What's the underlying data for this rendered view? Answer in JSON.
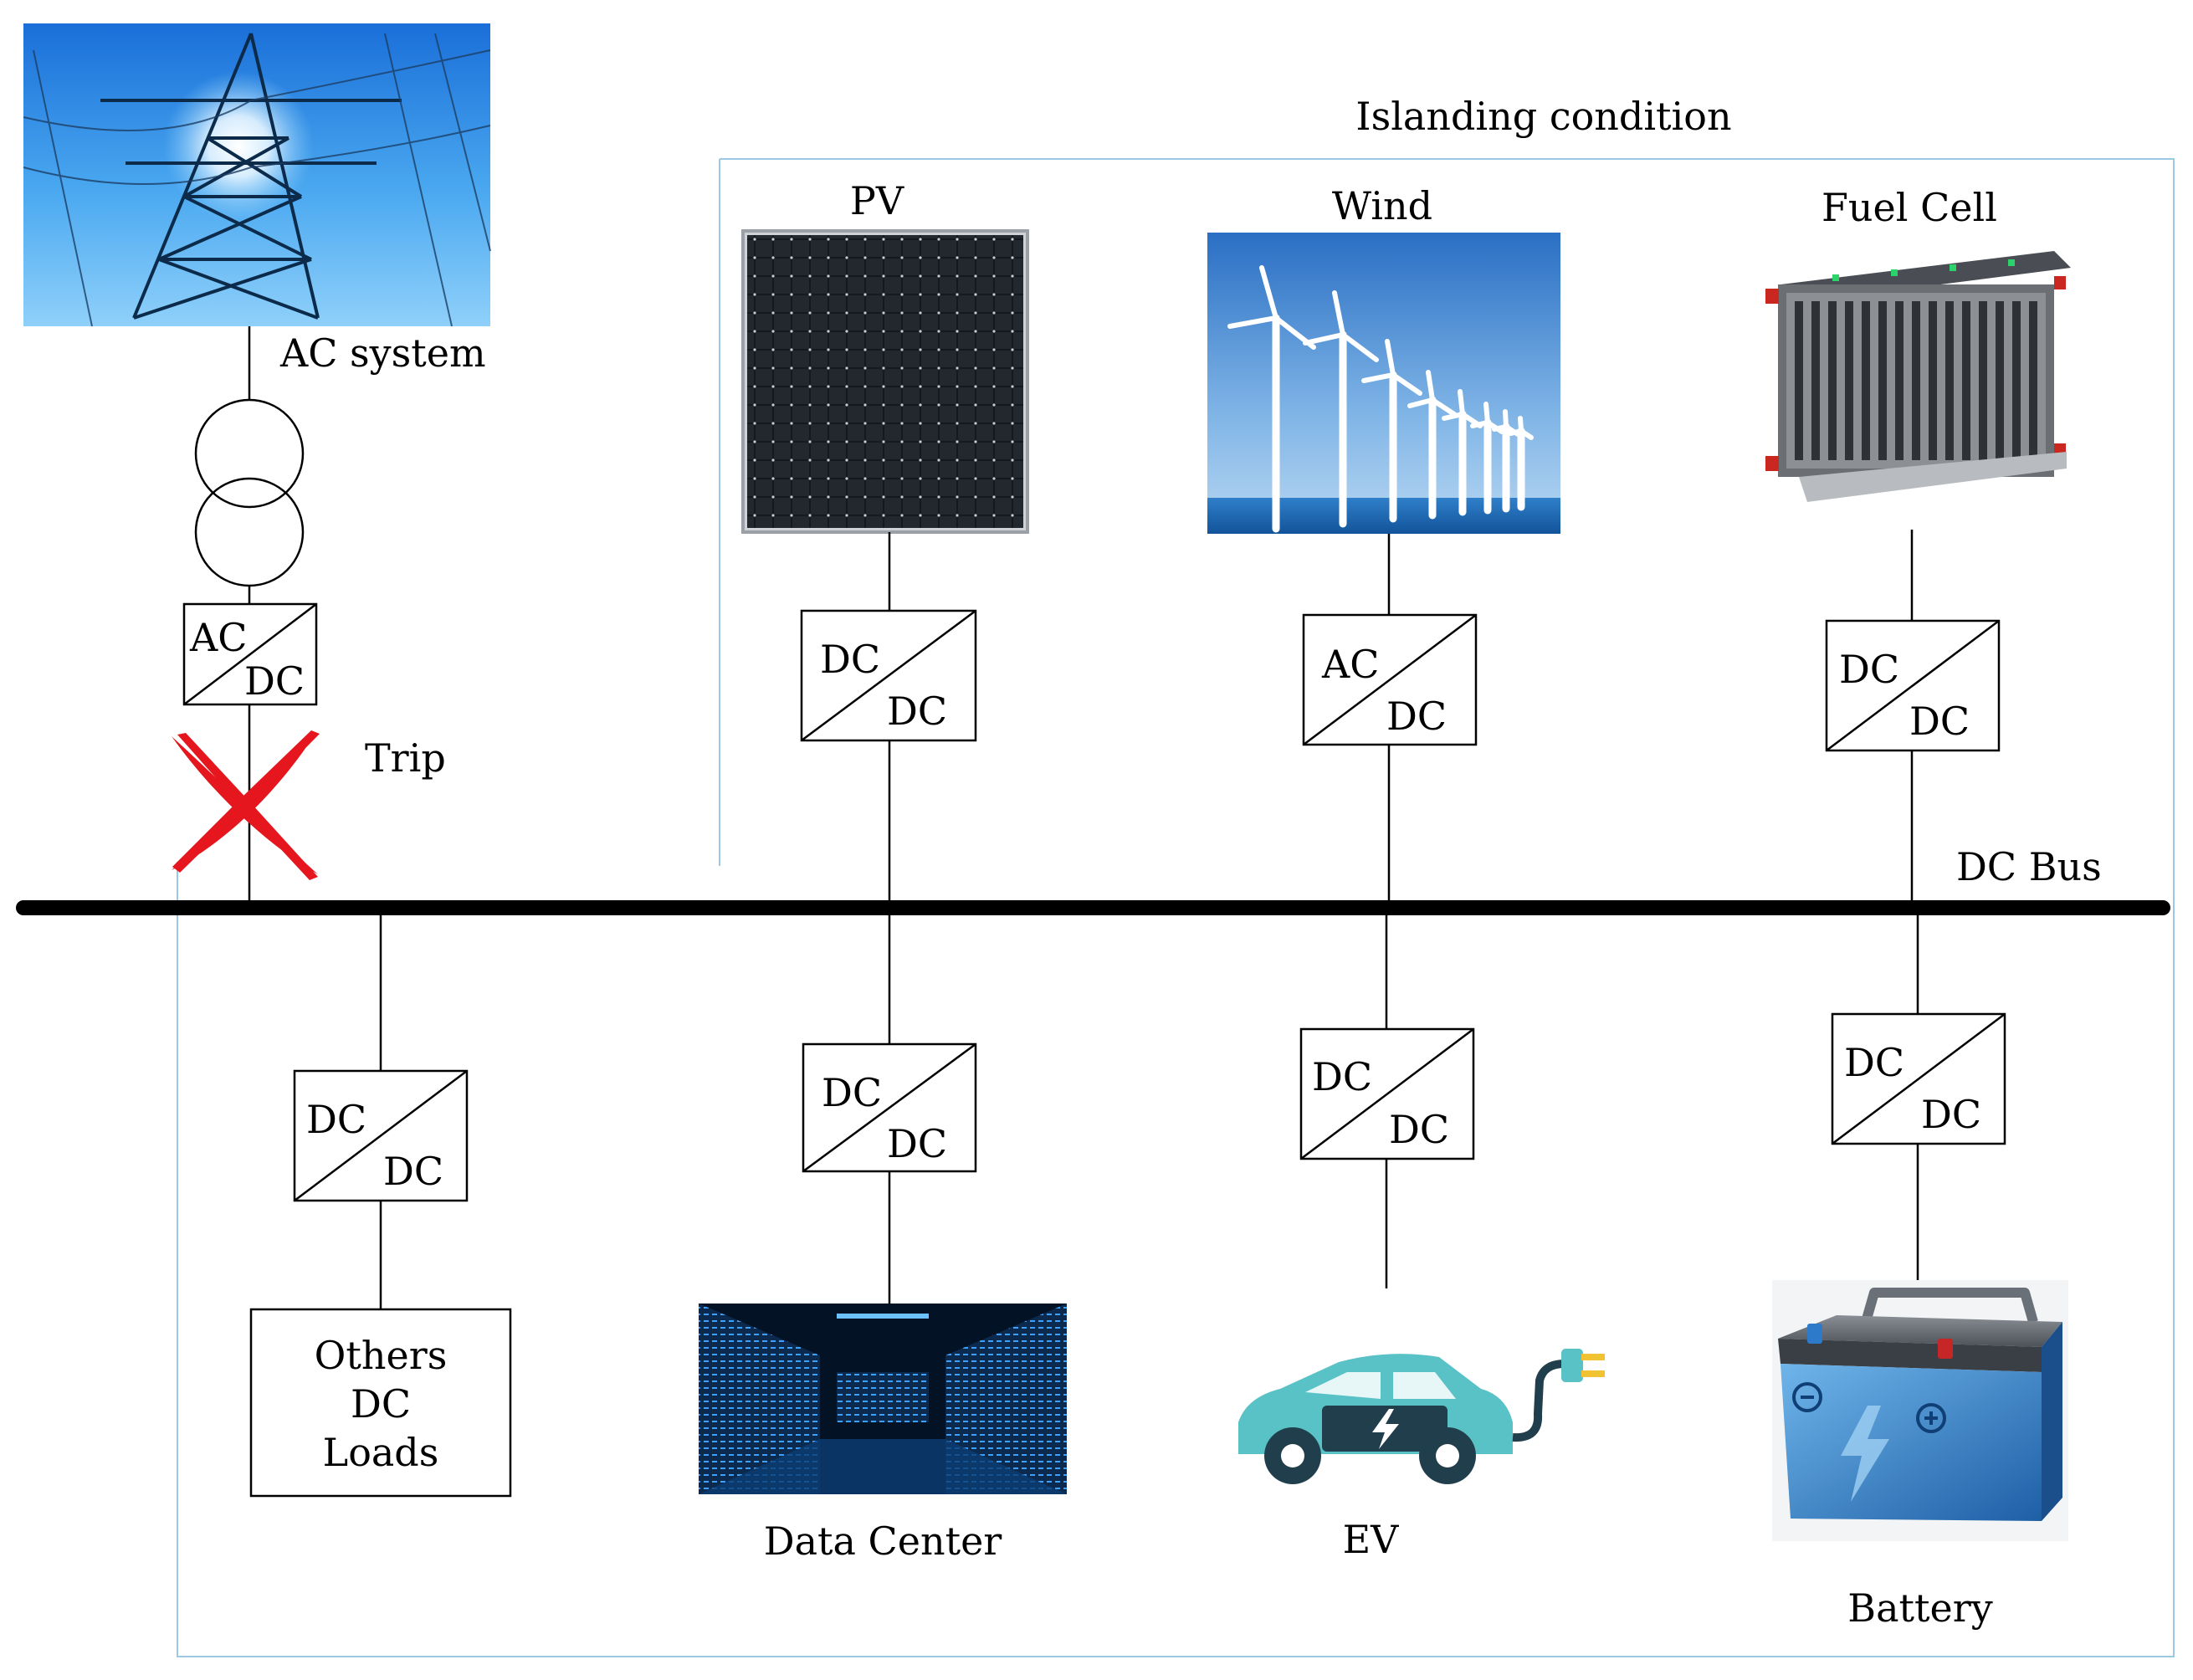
{
  "title": "Islanding condition",
  "ac_system": {
    "label": "AC system",
    "converter": {
      "top": "AC",
      "bottom": "DC"
    }
  },
  "trip": {
    "label": "Trip",
    "color": "#e5161d"
  },
  "dc_bus": {
    "label": "DC Bus",
    "color": "#000000"
  },
  "sources": [
    {
      "label": "PV",
      "converter": {
        "top": "DC",
        "bottom": "DC"
      }
    },
    {
      "label": "Wind",
      "converter": {
        "top": "AC",
        "bottom": "DC"
      }
    },
    {
      "label": "Fuel Cell",
      "converter": {
        "top": "DC",
        "bottom": "DC"
      }
    }
  ],
  "loads": [
    {
      "label_lines": [
        "Others",
        "DC",
        "Loads"
      ],
      "converter": {
        "top": "DC",
        "bottom": "DC"
      }
    },
    {
      "label": "Data Center",
      "converter": {
        "top": "DC",
        "bottom": "DC"
      }
    },
    {
      "label": "EV",
      "converter": {
        "top": "DC",
        "bottom": "DC"
      }
    },
    {
      "label": "Battery",
      "converter": {
        "top": "DC",
        "bottom": "DC"
      }
    }
  ],
  "colors": {
    "island_boundary": "#9cc8e4",
    "sky_blue": "#2f8fe6",
    "ev_teal": "#59c2c6",
    "battery_blue": "#3a86c8"
  }
}
